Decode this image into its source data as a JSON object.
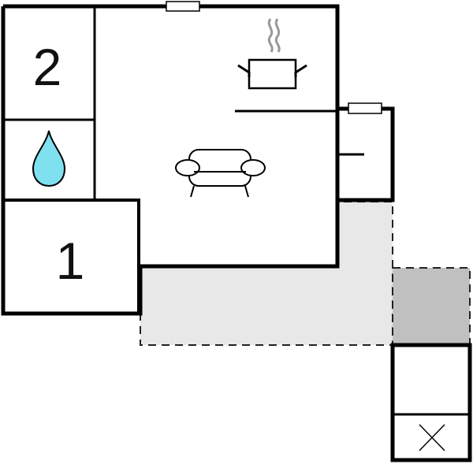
{
  "floor_plan": {
    "rooms": {
      "bedroom_2": {
        "number": "2"
      },
      "bedroom_1": {
        "number": "1"
      },
      "bathroom": {
        "icon": "water-drop-icon"
      },
      "living_kitchen": {
        "icons": [
          "cooking-pot-icon",
          "sofa-icon"
        ]
      },
      "storage": {
        "icon": "cross-icon"
      }
    },
    "outdoor": {
      "terrace": "terrace-area",
      "covered_terrace": "covered-terrace-area"
    },
    "colors": {
      "wall": "#000000",
      "terrace": "#e8e8e8",
      "covered_terrace": "#c0c0c0",
      "water_drop": "#7fe0f0"
    }
  }
}
